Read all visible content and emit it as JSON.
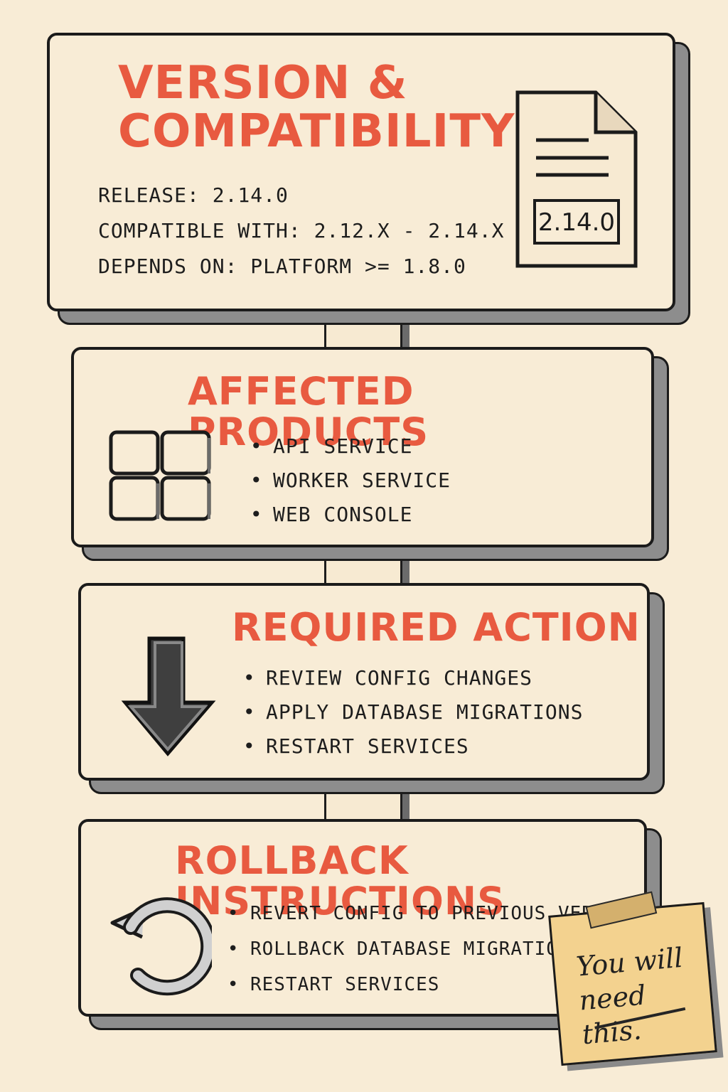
{
  "version": {
    "title": "VERSION & COMPATIBILITY",
    "release": "RELEASE: 2.14.0",
    "compatible": "COMPATIBLE WITH: 2.12.x - 2.14.x",
    "depends": "DEPENDS ON: PLATFORM >= 1.8.0",
    "badge": "2.14.0",
    "icon": "document-icon"
  },
  "affected": {
    "title": "AFFECTED PRODUCTS",
    "items": [
      "API SERVICE",
      "WORKER SERVICE",
      "WEB CONSOLE"
    ],
    "icon": "grid-icon"
  },
  "required": {
    "title": "REQUIRED ACTION",
    "items": [
      "REVIEW CONFIG CHANGES",
      "APPLY DATABASE MIGRATIONS",
      "RESTART SERVICES"
    ],
    "icon": "down-arrow-icon"
  },
  "rollback": {
    "title": "ROLLBACK INSTRUCTIONS",
    "items": [
      "REVERT CONFIG TO PREVIOUS VERSION",
      "ROLLBACK DATABASE MIGRATION",
      "RESTART SERVICES"
    ],
    "icon": "undo-icon"
  },
  "sticky_note": {
    "text": "You will need this."
  },
  "colors": {
    "title": "#e85a40",
    "paper": "#f8ecd6",
    "ink": "#1b1b1b",
    "note": "#f3d28f"
  }
}
